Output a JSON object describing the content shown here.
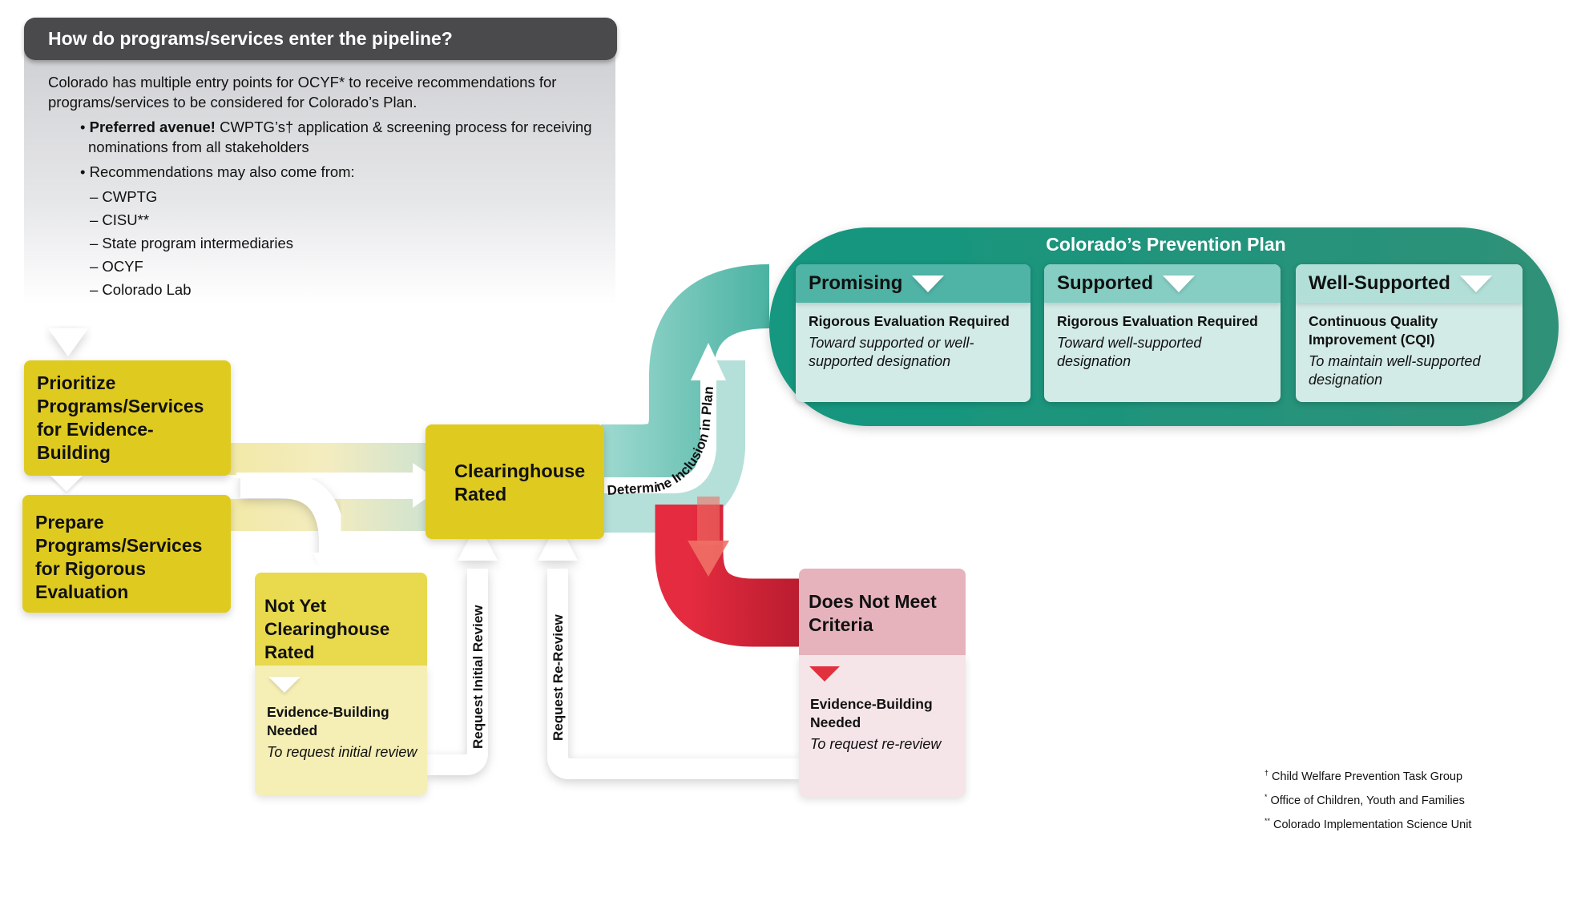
{
  "intro": {
    "title": "How do programs/services enter the pipeline?",
    "paragraph": "Colorado has multiple entry points for OCYF* to receive recommendations for programs/services to be considered for Colorado’s Plan.",
    "bullet1_bold": "Preferred avenue!",
    "bullet1_text": " CWPTG’s† application & screening process for receiving nominations from all stakeholders",
    "bullet2": "Recommendations may also come from:",
    "sources": [
      "– CWPTG",
      "– CISU**",
      "– State program intermediaries",
      "– OCYF",
      "– Colorado Lab"
    ]
  },
  "boxes": {
    "prioritize": "Prioritize Programs/Services for Evidence-Building",
    "prepare": "Prepare Programs/Services for Rigorous Evaluation",
    "clearinghouse": "Clearinghouse Rated",
    "not_yet": {
      "title": "Not Yet Clearinghouse Rated",
      "subtitle": "Evidence-Building Needed",
      "note": "To request initial review"
    },
    "does_not_meet": {
      "title": "Does Not Meet Criteria",
      "subtitle": "Evidence-Building Needed",
      "note": "To request re-review"
    }
  },
  "flow_labels": {
    "determine_inclusion": "Determine Inclusion in Plan",
    "request_initial": "Request Initial Review",
    "request_rereview": "Request Re-Review"
  },
  "plan": {
    "title": "Colorado’s Prevention Plan",
    "cards": [
      {
        "label": "Promising",
        "subtitle": "Rigorous Evaluation Required",
        "note": "Toward supported or well-supported designation",
        "header_color": "#4fb3a5"
      },
      {
        "label": "Supported",
        "subtitle": "Rigorous Evaluation Required",
        "note": "Toward well-supported designation",
        "header_color": "#86cdc3"
      },
      {
        "label": "Well-Supported",
        "subtitle": "Continuous Quality Improvement (CQI)",
        "note": "To maintain well-supported designation",
        "header_color": "#b2e0d9"
      }
    ]
  },
  "footnotes": [
    {
      "mark": "†",
      "text": "Child Welfare Prevention Task Group"
    },
    {
      "mark": "*",
      "text": "Office of Children, Youth and Families"
    },
    {
      "mark": "**",
      "text": "Colorado Implementation Science Unit"
    }
  ],
  "colors": {
    "yellow": "#dfcb20",
    "teal": "#1a9a86",
    "red": "#c41e31",
    "dark_header": "#4a4a4c"
  }
}
